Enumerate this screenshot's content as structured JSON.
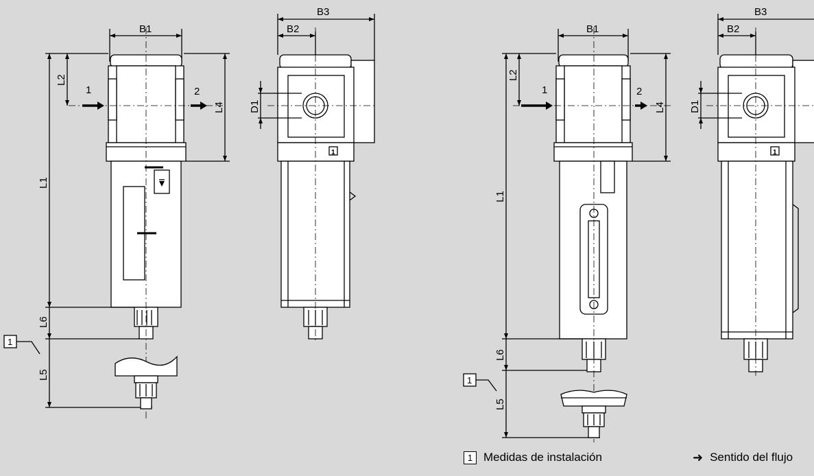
{
  "left_diagram": {
    "front_view": {
      "dims": [
        "B1",
        "L1",
        "L2",
        "L4",
        "L5",
        "L6"
      ],
      "ports": [
        "1",
        "2"
      ]
    },
    "side_view": {
      "dims": [
        "B2",
        "B3",
        "D1"
      ],
      "callout": "1"
    },
    "callout_label": "1"
  },
  "right_diagram": {
    "front_view": {
      "dims": [
        "B1",
        "L1",
        "L2",
        "L4",
        "L5",
        "L6"
      ],
      "ports": [
        "1",
        "2"
      ]
    },
    "side_view": {
      "dims": [
        "B2",
        "B3",
        "D1"
      ],
      "callout": "1"
    },
    "callout_label": "1"
  },
  "legend": {
    "item1_number": "1",
    "item1_text": "Medidas de instalación",
    "item2_icon": "arrow-right-icon",
    "item2_text": "Sentido del flujo"
  }
}
